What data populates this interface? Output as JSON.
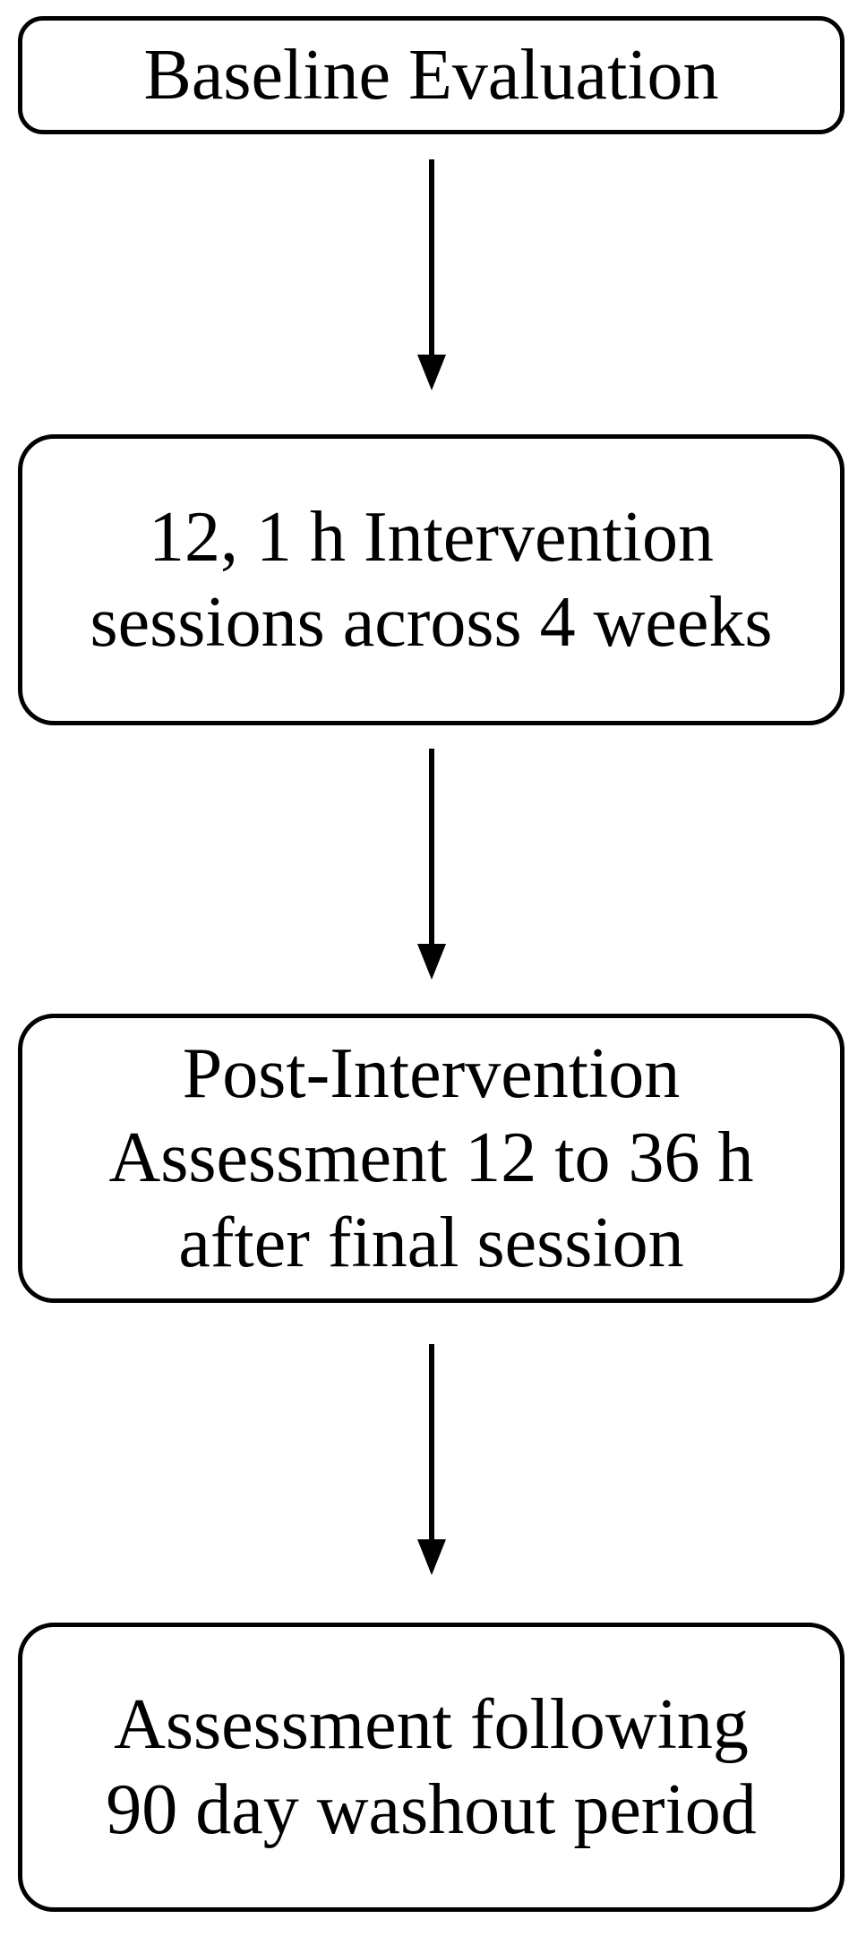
{
  "colors": {
    "background": "#ffffff",
    "box_border": "#000000",
    "box_fill": "#ffffff",
    "text": "#000000",
    "arrow": "#000000"
  },
  "flowchart": {
    "type": "vertical-flow",
    "steps": [
      {
        "label": "Baseline Evaluation"
      },
      {
        "label": "12, 1 h Intervention\nsessions across 4 weeks"
      },
      {
        "label": "Post-Intervention\nAssessment 12 to 36 h\nafter final session"
      },
      {
        "label": "Assessment following\n90 day washout period"
      }
    ],
    "connectors": [
      {
        "icon": "down-arrow-icon",
        "from": 0,
        "to": 1
      },
      {
        "icon": "down-arrow-icon",
        "from": 1,
        "to": 2
      },
      {
        "icon": "down-arrow-icon",
        "from": 2,
        "to": 3
      }
    ]
  }
}
